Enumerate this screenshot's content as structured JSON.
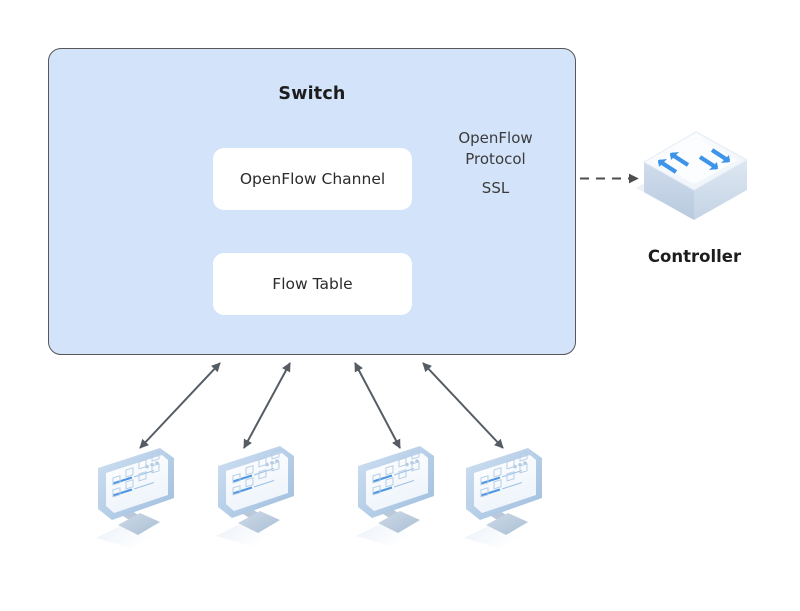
{
  "diagram": {
    "title_visible": false,
    "background": "#ffffff",
    "switch": {
      "label": "Switch",
      "fill": "#d3e3fa",
      "border": "#575757",
      "inner_blocks": [
        {
          "name": "openflow-channel",
          "label": "OpenFlow Channel",
          "fill": "#ffffff"
        },
        {
          "name": "flow-table",
          "label": "Flow Table",
          "fill": "#ffffff"
        }
      ]
    },
    "link": {
      "name": "openflow-link",
      "style": "dashed",
      "arrowheads": "both",
      "color": "#4d4d4d",
      "label_top_line1": "OpenFlow",
      "label_top_line2": "Protocol",
      "label_bottom": "SSL"
    },
    "controller": {
      "label": "Controller",
      "icon": "network-switch-isometric-icon",
      "accent": "#3d94e8",
      "body_fill": "#c9d8e8"
    },
    "hosts": [
      {
        "name": "host-1",
        "icon": "desktop-monitor-isometric-icon",
        "label": ""
      },
      {
        "name": "host-2",
        "icon": "desktop-monitor-isometric-icon",
        "label": ""
      },
      {
        "name": "host-3",
        "icon": "desktop-monitor-isometric-icon",
        "label": ""
      },
      {
        "name": "host-4",
        "icon": "desktop-monitor-isometric-icon",
        "label": ""
      }
    ],
    "host_links": {
      "count": 4,
      "style": "solid",
      "arrowheads": "both",
      "color": "#555c63"
    }
  }
}
